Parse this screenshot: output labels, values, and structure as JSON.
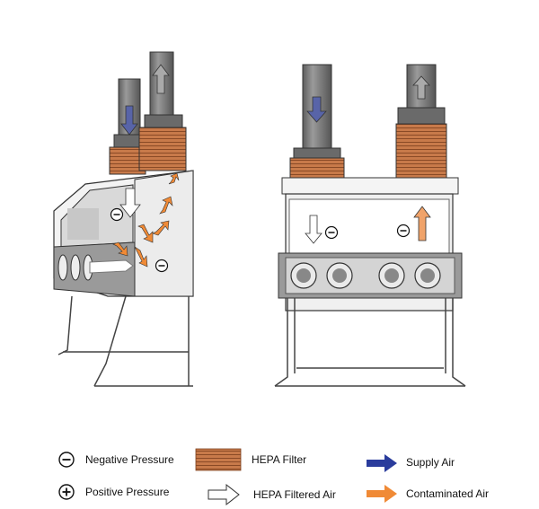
{
  "legend": {
    "negative_pressure": "Negative Pressure",
    "positive_pressure": "Positive Pressure",
    "hepa_filter": "HEPA Filter",
    "hepa_filtered_air": "HEPA Filtered Air",
    "supply_air": "Supply Air",
    "contaminated_air": "Contaminated Air"
  },
  "colors": {
    "hepa_filter": "#c87a4a",
    "supply_air": "#2a3c9c",
    "contaminated_air": "#f08a36",
    "duct": "#7a7a7a",
    "frame": "#555555"
  }
}
